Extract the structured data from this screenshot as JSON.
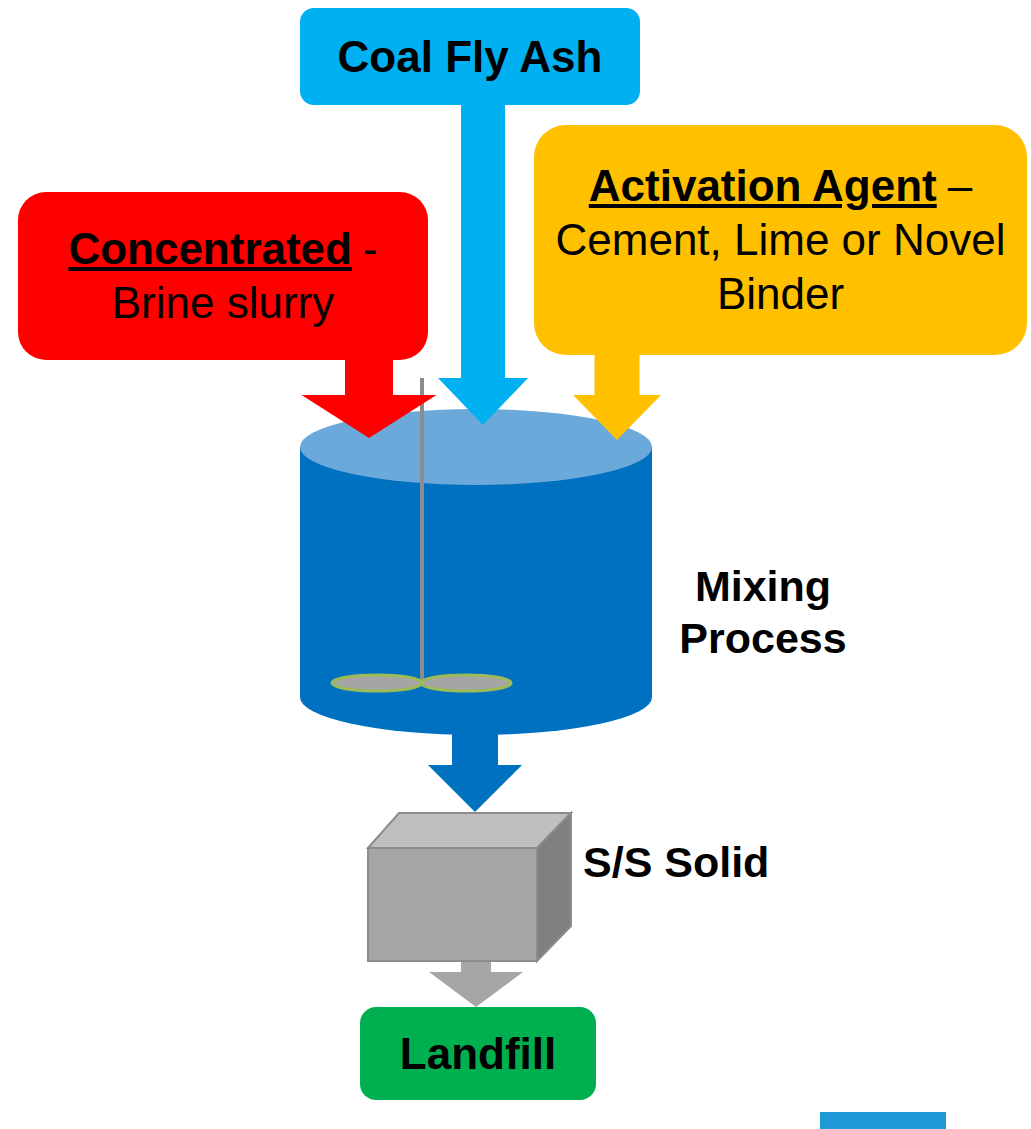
{
  "diagram": {
    "nodes": [
      {
        "text": [
          "Coal Fly Ash"
        ]
      },
      {
        "text": [
          "Concentrated",
          "-",
          "Brine slurry"
        ]
      },
      {
        "text": [
          "Activation Agent",
          "–",
          "Cement, Lime or Novel Binder"
        ]
      },
      {
        "text": [
          "Mixing Process"
        ]
      },
      {
        "text": [
          "S/S Solid"
        ]
      },
      {
        "text": [
          "Landfill"
        ]
      }
    ],
    "edges": [
      {
        "from": 0,
        "to": 3,
        "arrow": "to"
      },
      {
        "from": 1,
        "to": 3,
        "arrow": "to"
      },
      {
        "from": 2,
        "to": 3,
        "arrow": "to"
      },
      {
        "from": 3,
        "to": 4,
        "arrow": "to"
      },
      {
        "from": 4,
        "to": 5,
        "arrow": "to"
      }
    ]
  }
}
